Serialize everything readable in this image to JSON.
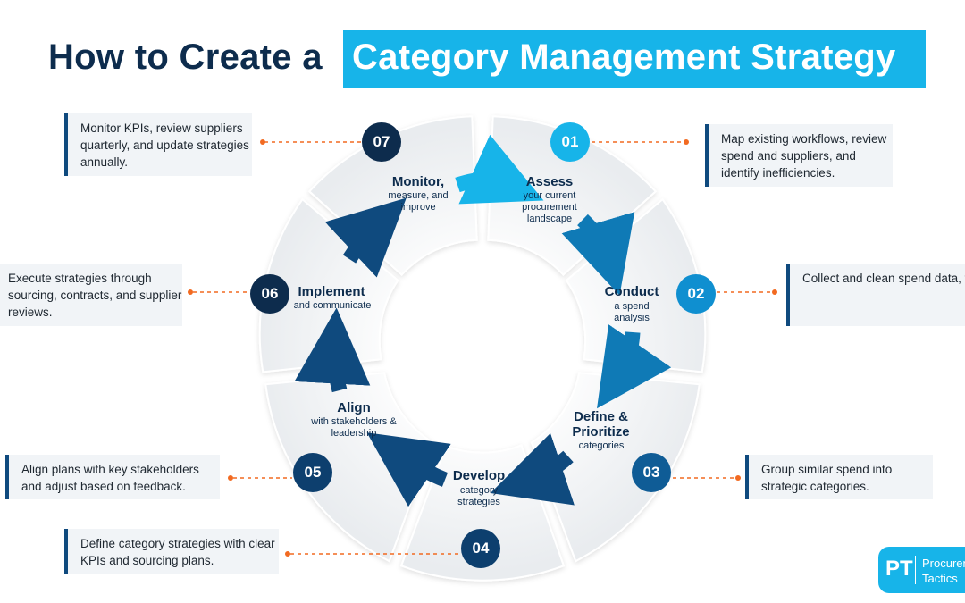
{
  "title": {
    "prefix": "How to Create a",
    "highlight": "Category Management Strategy"
  },
  "steps": [
    {
      "number": "01",
      "title": "Assess",
      "subtitle": "your current procurement landscape",
      "note": "Map existing workflows, review spend and suppliers, and identify inefficiencies."
    },
    {
      "number": "02",
      "title": "Conduct",
      "subtitle": "a spend analysis",
      "note": "Collect and clean spend data, then classify and segment it by supplier and category."
    },
    {
      "number": "03",
      "title": "Define & Prioritize",
      "subtitle": "categories",
      "note": "Group similar spend into strategic categories."
    },
    {
      "number": "04",
      "title": "Develop",
      "subtitle": "category strategies",
      "note": "Define category strategies with clear KPIs and sourcing plans."
    },
    {
      "number": "05",
      "title": "Align",
      "subtitle": "with stakeholders & leadership",
      "note": "Align plans with key stakeholders and adjust based on feedback."
    },
    {
      "number": "06",
      "title": "Implement",
      "subtitle": "and communicate",
      "note": "Execute strategies through sourcing, contracts, and supplier reviews."
    },
    {
      "number": "07",
      "title": "Monitor,",
      "subtitle": "measure, and improve",
      "note": "Monitor KPIs, review suppliers quarterly, and update strategies annually."
    }
  ],
  "logo": {
    "mark": "PT",
    "line1": "Procurement",
    "line2": "Tactics"
  },
  "colors": {
    "dark_navy": "#0d2c4d",
    "brand_blue": "#17b4e9",
    "mid_blue": "#0f7ab6",
    "deep_blue": "#0f4a7e",
    "connector": "#f26a21"
  }
}
